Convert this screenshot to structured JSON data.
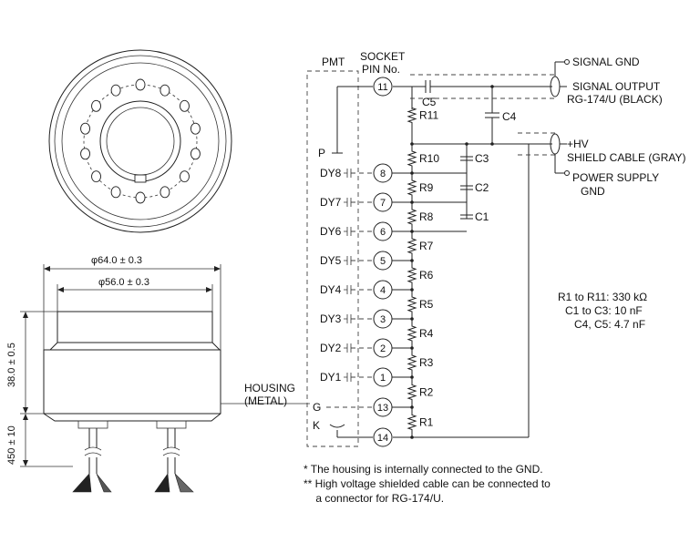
{
  "pmt_box_label": "PMT",
  "socket_label_line1": "SOCKET",
  "socket_label_line2": "PIN No.",
  "signal_gnd": "SIGNAL GND",
  "signal_output": "SIGNAL OUTPUT",
  "signal_cable": "RG-174/U (BLACK)",
  "hv": "+HV",
  "hv_cable": "SHIELD CABLE (GRAY)",
  "power_supply_line1": "POWER SUPPLY",
  "power_supply_line2": "GND",
  "dim_outer": "φ64.0 ± 0.3",
  "dim_inner": "φ56.0 ± 0.3",
  "dim_height": "38.0 ± 0.5",
  "dim_cable": "450 ± 10",
  "housing_line1": "HOUSING",
  "housing_line2": "(METAL)",
  "electrodes": [
    {
      "name": "P",
      "pin": "11"
    },
    {
      "name": "DY8",
      "pin": "8"
    },
    {
      "name": "DY7",
      "pin": "7"
    },
    {
      "name": "DY6",
      "pin": "6"
    },
    {
      "name": "DY5",
      "pin": "5"
    },
    {
      "name": "DY4",
      "pin": "4"
    },
    {
      "name": "DY3",
      "pin": "3"
    },
    {
      "name": "DY2",
      "pin": "2"
    },
    {
      "name": "DY1",
      "pin": "1"
    },
    {
      "name": "G",
      "pin": "13"
    },
    {
      "name": "K",
      "pin": "14"
    }
  ],
  "resistors": [
    "R11",
    "R10",
    "R9",
    "R8",
    "R7",
    "R6",
    "R5",
    "R4",
    "R3",
    "R2",
    "R1"
  ],
  "capacitors": [
    "C5",
    "C4",
    "C3",
    "C2",
    "C1"
  ],
  "spec_lines": [
    "R1 to R11: 330 kΩ",
    "C1 to C3: 10 nF",
    "C4, C5: 4.7 nF"
  ],
  "notes": [
    "*  The housing is internally connected to the GND.",
    "** High voltage shielded cable can be connected to",
    "    a connector for RG-174/U."
  ]
}
